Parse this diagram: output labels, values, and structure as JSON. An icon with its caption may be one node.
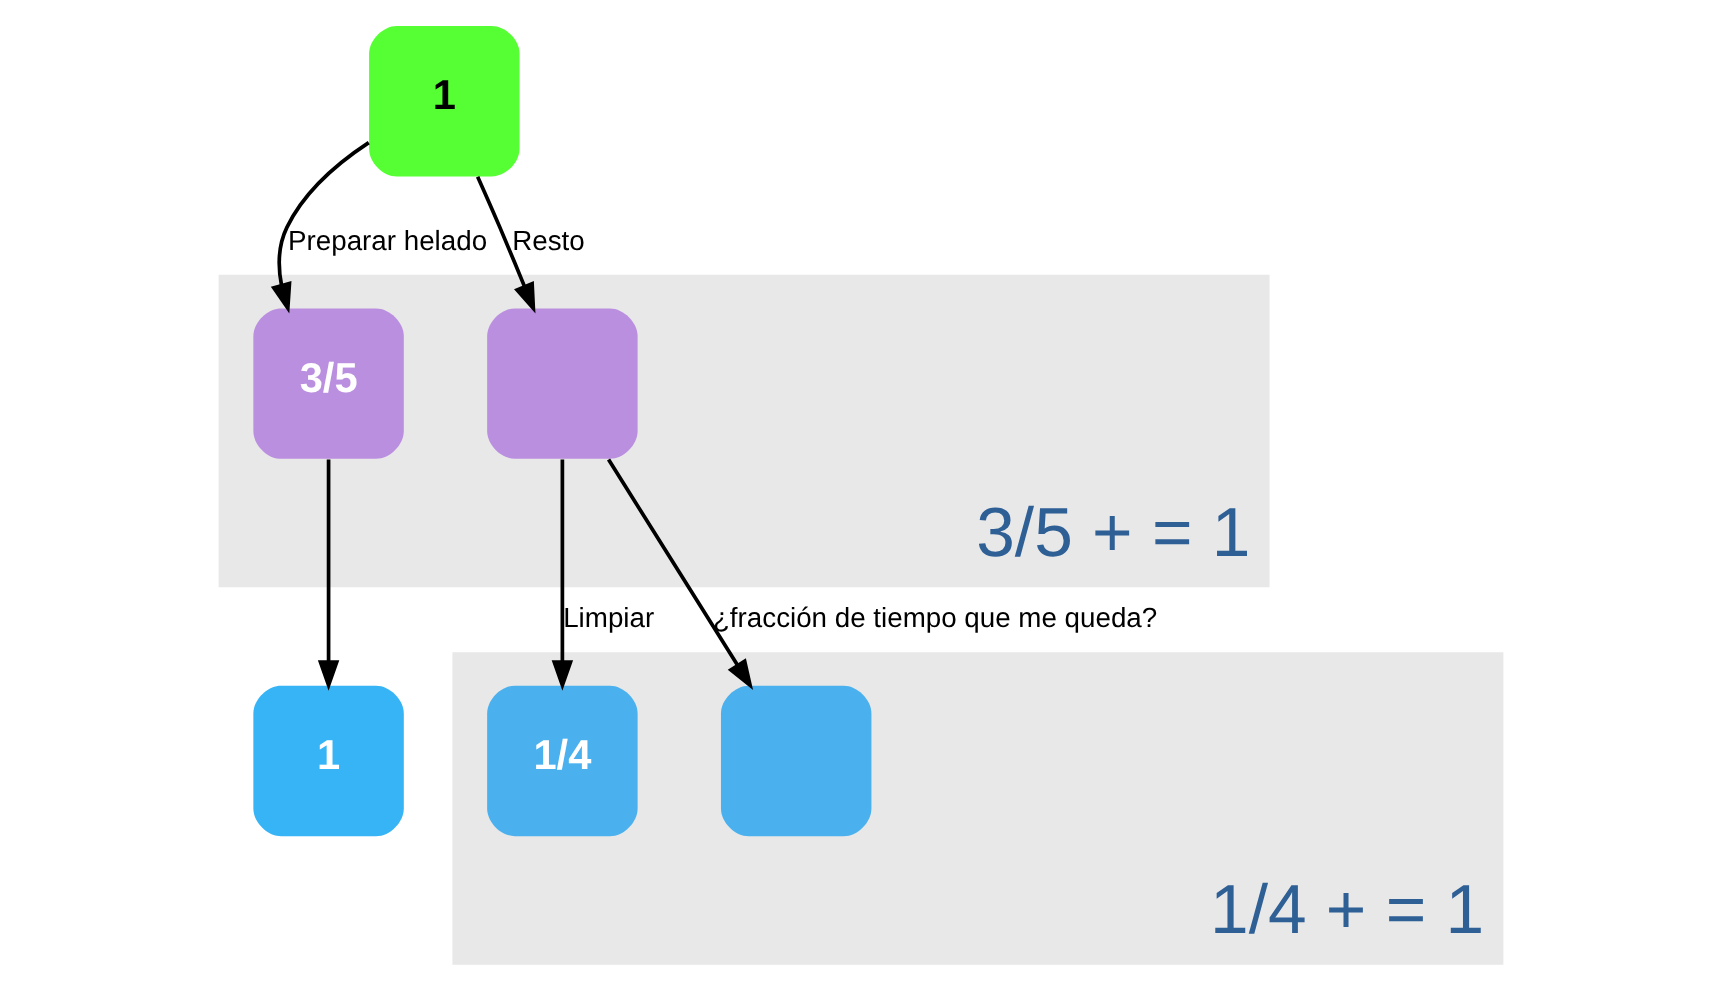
{
  "diagram": {
    "nodes": [
      {
        "text": [
          "1"
        ]
      },
      {
        "text": [
          "3/5 + = 1"
        ]
      },
      {
        "text": [
          "3/5"
        ],
        "in": 1
      },
      {
        "text": [],
        "shape": "box",
        "in": 1
      },
      {
        "text": [
          "1"
        ]
      },
      {
        "text": [
          "1/4 + = 1"
        ]
      },
      {
        "text": [
          "1/4"
        ],
        "in": 5
      },
      {
        "text": [],
        "shape": "box",
        "in": 5
      }
    ],
    "edges": [
      {
        "from": 0,
        "to": 2,
        "arrow": "to",
        "label": "Preparar helado"
      },
      {
        "from": 0,
        "to": 3,
        "arrow": "to",
        "label": "Resto"
      },
      {
        "from": 2,
        "to": 4,
        "arrow": "to"
      },
      {
        "from": 3,
        "to": 6,
        "arrow": "to",
        "label": "Limpiar"
      },
      {
        "from": 3,
        "to": 7,
        "arrow": "to",
        "label": "¿fracción de tiempo que me queda?"
      }
    ]
  }
}
